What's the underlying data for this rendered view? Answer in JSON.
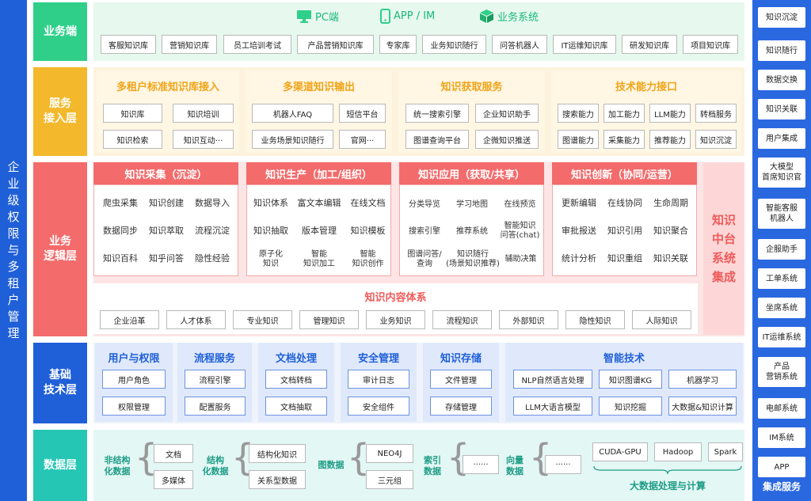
{
  "left_bar": {
    "label": "企\n业\n级\n权\n限\n与\n多\n租\n户\n管\n理"
  },
  "right_bar": {
    "title": "集成服务",
    "items": [
      "知识沉淀",
      "知识随行",
      "数据交换",
      "知识关联",
      "用户集成",
      "大模型\n首席知识官",
      "智能客服\n机器人",
      "企服助手",
      "工单系统",
      "坐席系统",
      "IT运维系统",
      "产品\n营销系统",
      "电邮系统",
      "IM系统",
      "APP"
    ]
  },
  "layers": {
    "business": "业务端",
    "service": "服务\n接入层",
    "logic": "业务\n逻辑层",
    "tech": "基础\n技术层",
    "data": "数据层"
  },
  "business": {
    "channels": [
      "PC端",
      "APP / IM",
      "业务系统"
    ],
    "items": [
      "客服知识库",
      "营销知识库",
      "员工培训考试",
      "产品营销知识库",
      "专家库",
      "业务知识随行",
      "问答机器人",
      "IT运维知识库",
      "研发知识库",
      "项目知识库"
    ]
  },
  "service": {
    "groups": [
      {
        "title": "多租户标准知识库接入",
        "items": [
          "知识库",
          "知识培训",
          "知识检索",
          "知识互动···"
        ]
      },
      {
        "title": "多渠道知识输出",
        "items": [
          "机器人FAQ",
          "短信平台",
          "业务场景知识随行",
          "官网···"
        ]
      },
      {
        "title": "知识获取服务",
        "items": [
          "统一搜索引擎",
          "企业知识助手",
          "图谱查询平台",
          "企微知识推送"
        ]
      },
      {
        "title": "技术能力接口",
        "items": [
          "搜索能力",
          "加工能力",
          "LLM能力",
          "转档服务",
          "图谱能力",
          "采集能力",
          "推荐能力",
          "知识沉淀"
        ]
      }
    ]
  },
  "logic": {
    "cards": [
      {
        "title": "知识采集（沉淀）",
        "items": [
          "爬虫采集",
          "知识创建",
          "数据导入",
          "数据同步",
          "知识萃取",
          "流程沉淀",
          "知识百科",
          "知乎问答",
          "隐性经验"
        ]
      },
      {
        "title": "知识生产（加工/组织）",
        "items": [
          "知识体系",
          "富文本编辑",
          "在线文档",
          "知识抽取",
          "版本管理",
          "知识模板",
          "原子化\n知识",
          "智能\n知识加工",
          "智能\n知识创作"
        ]
      },
      {
        "title": "知识应用（获取/共享）",
        "items": [
          "分类导览",
          "学习地图",
          "在线预览",
          "搜索引擎",
          "推荐系统",
          "智能知识\n问答(chat)",
          "图谱问答/\n查询",
          "知识随行\n(场景知识推荐)",
          "辅助决策"
        ]
      },
      {
        "title": "知识创新（协同/运营）",
        "items": [
          "更新编辑",
          "在线协同",
          "生命周期",
          "审批报送",
          "知识引用",
          "知识聚合",
          "统计分析",
          "知识重组",
          "知识关联"
        ]
      }
    ],
    "side_title": "知识\n中台\n系统\n集成",
    "content_title": "知识内容体系",
    "content_items": [
      "企业沿革",
      "人才体系",
      "专业知识",
      "管理知识",
      "业务知识",
      "流程知识",
      "外部知识",
      "隐性知识",
      "人际知识"
    ]
  },
  "tech": {
    "groups": [
      {
        "title": "用户与权限",
        "items": [
          "用户角色",
          "权限管理"
        ]
      },
      {
        "title": "流程服务",
        "items": [
          "流程引擎",
          "配置服务"
        ]
      },
      {
        "title": "文档处理",
        "items": [
          "文档转档",
          "文档抽取"
        ]
      },
      {
        "title": "安全管理",
        "items": [
          "审计日志",
          "安全组件"
        ]
      },
      {
        "title": "知识存储",
        "items": [
          "文件管理",
          "存储管理"
        ]
      },
      {
        "title": "智能技术",
        "items": [
          "NLP自然语言处理",
          "知识图谱KG",
          "机器学习",
          "LLM大语言模型",
          "知识挖掘",
          "大数据&知识计算"
        ]
      }
    ]
  },
  "data": {
    "groups": [
      {
        "label": "非结构\n化数据",
        "items": [
          "文档",
          "多媒体"
        ]
      },
      {
        "label": "结构\n化数据",
        "items": [
          "结构化知识",
          "关系型数据"
        ]
      },
      {
        "label": "图数据",
        "items": [
          "NEO4J",
          "三元组"
        ]
      },
      {
        "label": "索引\n数据",
        "items": [
          "······"
        ]
      },
      {
        "label": "向量\n数据",
        "items": [
          "······"
        ]
      }
    ],
    "bigdata_items": [
      "CUDA-GPU",
      "Hadoop",
      "Spark"
    ],
    "bigdata_title": "大数据处理与计算"
  },
  "colors": {
    "blue": "#1f5fd8",
    "green": "#2fcf8a",
    "yellow": "#f3b82b",
    "red": "#f36b6b",
    "teal": "#25c6b3"
  }
}
